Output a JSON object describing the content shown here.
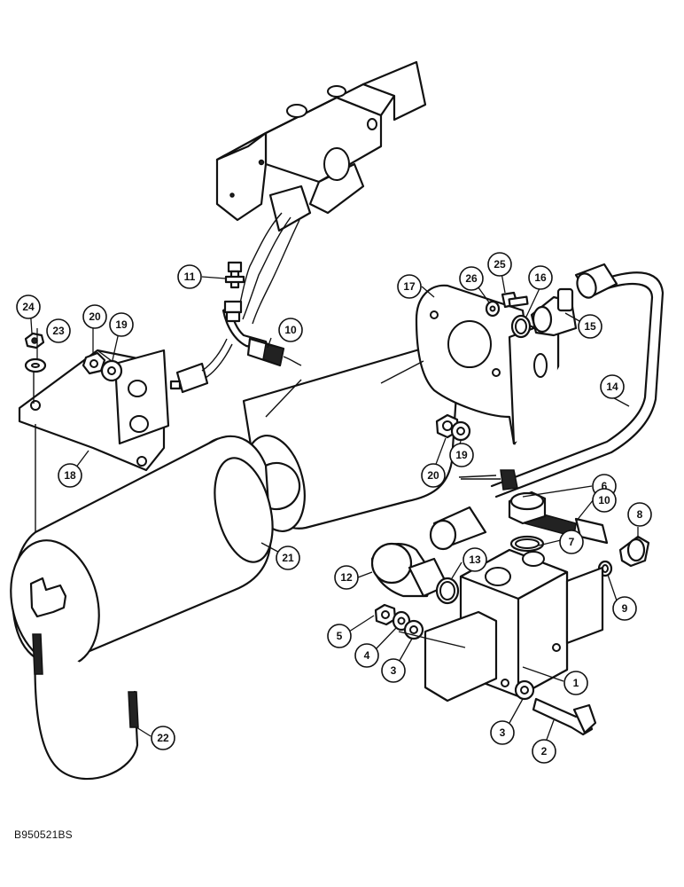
{
  "figure_reference": "B950521BS",
  "callouts": [
    {
      "id": "callout-1",
      "label": "1"
    },
    {
      "id": "callout-2",
      "label": "2"
    },
    {
      "id": "callout-3a",
      "label": "3"
    },
    {
      "id": "callout-3b",
      "label": "3"
    },
    {
      "id": "callout-4",
      "label": "4"
    },
    {
      "id": "callout-5",
      "label": "5"
    },
    {
      "id": "callout-6",
      "label": "6"
    },
    {
      "id": "callout-7",
      "label": "7"
    },
    {
      "id": "callout-8",
      "label": "8"
    },
    {
      "id": "callout-9",
      "label": "9"
    },
    {
      "id": "callout-10a",
      "label": "10"
    },
    {
      "id": "callout-10b",
      "label": "10"
    },
    {
      "id": "callout-11",
      "label": "11"
    },
    {
      "id": "callout-12",
      "label": "12"
    },
    {
      "id": "callout-13",
      "label": "13"
    },
    {
      "id": "callout-14",
      "label": "14"
    },
    {
      "id": "callout-15",
      "label": "15"
    },
    {
      "id": "callout-16",
      "label": "16"
    },
    {
      "id": "callout-17",
      "label": "17"
    },
    {
      "id": "callout-18",
      "label": "18"
    },
    {
      "id": "callout-19a",
      "label": "19"
    },
    {
      "id": "callout-19b",
      "label": "19"
    },
    {
      "id": "callout-20a",
      "label": "20"
    },
    {
      "id": "callout-20b",
      "label": "20"
    },
    {
      "id": "callout-21",
      "label": "21"
    },
    {
      "id": "callout-22",
      "label": "22"
    },
    {
      "id": "callout-23",
      "label": "23"
    },
    {
      "id": "callout-24",
      "label": "24"
    },
    {
      "id": "callout-25",
      "label": "25"
    },
    {
      "id": "callout-26",
      "label": "26"
    }
  ]
}
